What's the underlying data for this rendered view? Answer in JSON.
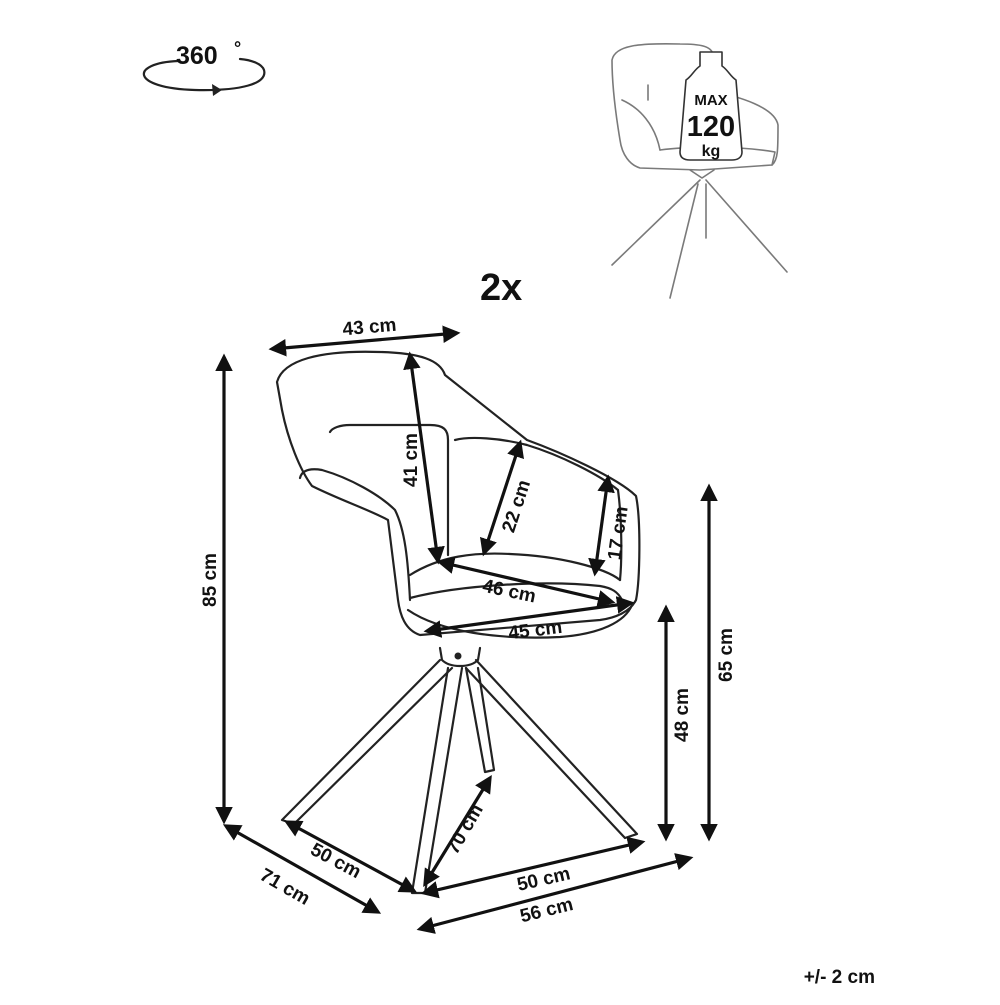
{
  "rotation": {
    "label": "360",
    "degree": "°"
  },
  "quantity": "2x",
  "max_load": {
    "line1": "MAX",
    "line2": "120",
    "line3": "kg"
  },
  "dimensions": {
    "back_width": "43 cm",
    "total_height": "85 cm",
    "back_height": "41 cm",
    "armrest_inner": "22 cm",
    "armrest_height": "17 cm",
    "seat_depth": "46 cm",
    "seat_width": "45 cm",
    "armrest_floor_height": "65 cm",
    "seat_height": "48 cm",
    "leg_span": "70 cm",
    "base_depth": "50 cm",
    "base_width": "50 cm",
    "overall_depth": "71 cm",
    "overall_width": "56 cm"
  },
  "tolerance": "+/- 2 cm",
  "colors": {
    "line": "#222222",
    "faint": "#7a7a7a",
    "background": "#ffffff"
  }
}
